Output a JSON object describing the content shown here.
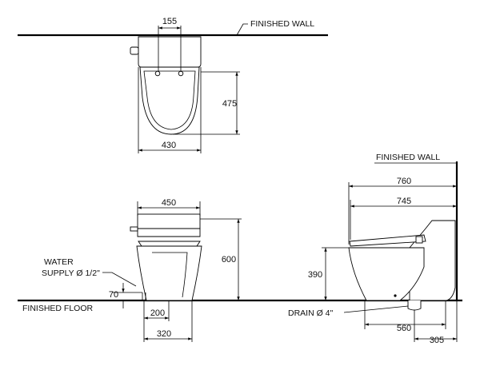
{
  "labels": {
    "finished_wall_top": "FINISHED  WALL",
    "finished_wall_side": "FINISHED  WALL",
    "finished_floor": "FINISHED  FLOOR",
    "water_supply_line1": "WATER",
    "water_supply_line2": "SUPPLY Ø 1/2\"",
    "drain": "DRAIN Ø 4\""
  },
  "dimensions": {
    "top_width_155": "155",
    "top_depth_475": "475",
    "top_width_430": "430",
    "front_width_450": "450",
    "front_height_600": "600",
    "front_70": "70",
    "front_200": "200",
    "front_320": "320",
    "side_760": "760",
    "side_745": "745",
    "side_390": "390",
    "side_560": "560",
    "side_305": "305"
  }
}
